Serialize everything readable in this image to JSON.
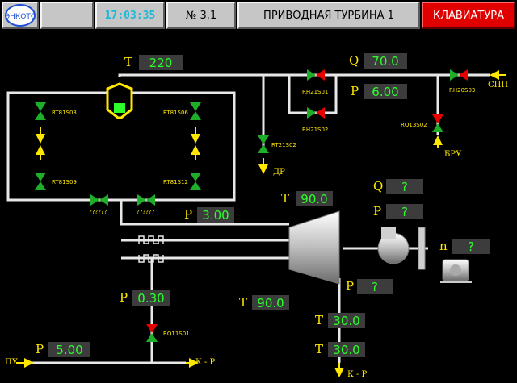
{
  "header": {
    "time": "17:03:35",
    "number": "№  3.1",
    "title": "ПРИВОДНАЯ ТУРБИНА 1",
    "keyboard": "КЛАВИАТУРА"
  },
  "values": {
    "t_steam": {
      "label": "T",
      "value": "220"
    },
    "q_flow": {
      "label": "Q",
      "value": "70.0"
    },
    "p_inlet": {
      "label": "P",
      "value": "6.00"
    },
    "t_turbine_in": {
      "label": "T",
      "value": "90.0"
    },
    "q_turbine": {
      "label": "Q",
      "value": "?"
    },
    "p_turbine": {
      "label": "P",
      "value": "?"
    },
    "p_before": {
      "label": "P",
      "value": "3.00"
    },
    "n_speed": {
      "label": "n",
      "value": "?"
    },
    "p_seal": {
      "label": "P",
      "value": "0.30"
    },
    "t_seal": {
      "label": "T",
      "value": "90.0"
    },
    "p_exhaust": {
      "label": "P",
      "value": "?"
    },
    "t_exhaust1": {
      "label": "T",
      "value": "30.0"
    },
    "t_exhaust2": {
      "label": "T",
      "value": "30.0"
    },
    "p_pu": {
      "label": "P",
      "value": "5.00"
    }
  },
  "valves": {
    "rt81s03": "RT81S03",
    "rt81s06": "RT81S06",
    "rt81s09": "RT81S09",
    "rt81s12": "RT81S12",
    "unk1": "??????",
    "unk2": "??????",
    "rh21s01": "RH21S01",
    "rh21s02": "RH21S02",
    "rh20s03": "RH20S03",
    "rq13s02": "RQ13S02",
    "rt21s02": "RT21S02",
    "rq11s01": "RQ11S01"
  },
  "lines": {
    "spp": "СПП",
    "bru": "БРУ",
    "dr": "ДР",
    "pu": "ПУ",
    "kr1": "К - Р",
    "kr2": "К - Р"
  },
  "logo_text": "ЭНКОТС",
  "colors": {
    "valve_open": "#1fae2a",
    "valve_closed": "#e60000",
    "pipe": "#e8e8e8",
    "label": "#ffe800",
    "value": "#2cff2c",
    "header_bg": "#c6c6c6",
    "keyboard_bg": "#e10000",
    "clock": "#1fb8d8"
  }
}
